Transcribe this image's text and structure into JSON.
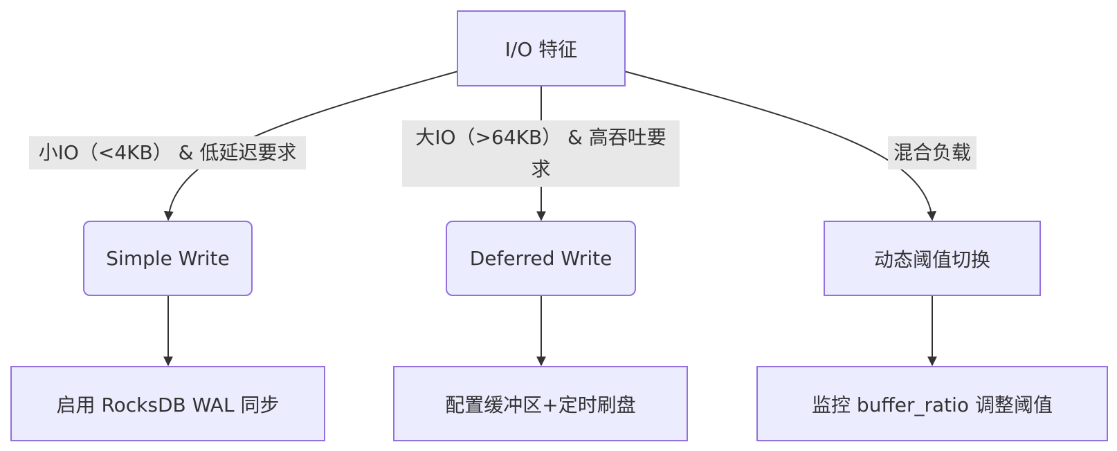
{
  "nodes": {
    "root": "I/O 特征",
    "simple": "Simple Write",
    "deferred": "Deferred Write",
    "dynamic": "动态阈值切换",
    "wal": "启用 RocksDB WAL 同步",
    "buffer": "配置缓冲区+定时刷盘",
    "monitor": "监控 buffer_ratio 调整阈值"
  },
  "edge_labels": {
    "small_io": "小IO（<4KB） & 低延迟要求",
    "large_io": "大IO（>64KB） & 高吞吐要求",
    "mixed": "混合负载"
  },
  "colors": {
    "node_fill": "#ECECFF",
    "node_border": "#9370DB",
    "edge": "#333333",
    "label_bg": "#e8e8e8"
  }
}
